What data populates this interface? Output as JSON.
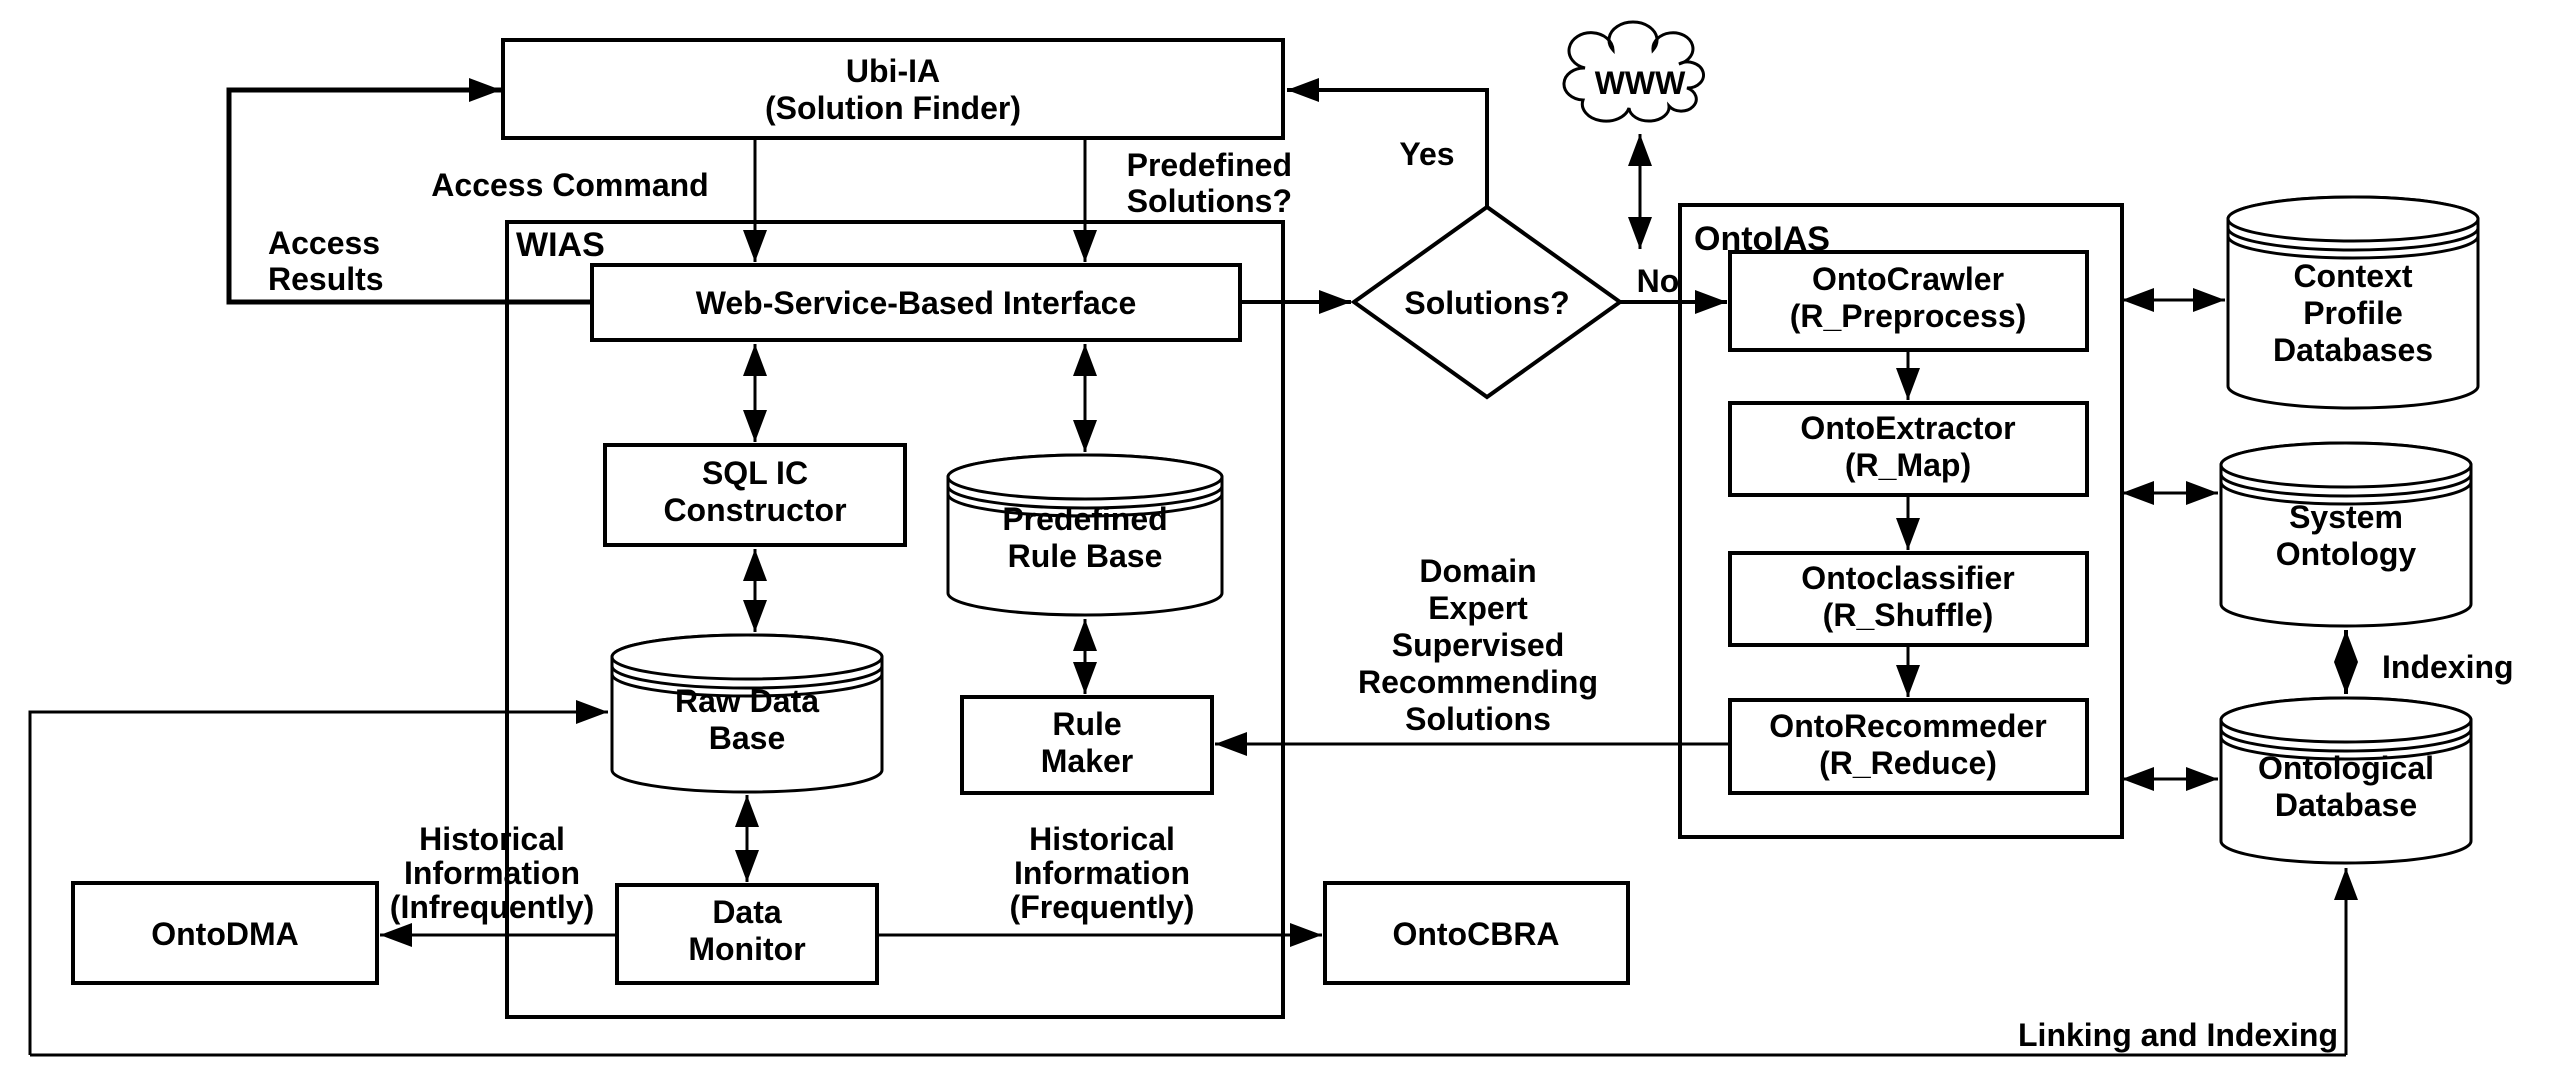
{
  "colors": {
    "line": "#000000",
    "fill": "#ffffff",
    "background": "#ffffff"
  },
  "containers": {
    "wias": {
      "label": "WIAS"
    },
    "ontoias": {
      "label": "OntoIAS"
    }
  },
  "nodes": {
    "ubi_ia": {
      "lines": [
        "Ubi-IA",
        "(Solution Finder)"
      ]
    },
    "wsbi": {
      "lines": [
        "Web-Service-Based Interface"
      ]
    },
    "sql_ic": {
      "lines": [
        "SQL IC",
        "Constructor"
      ]
    },
    "predefined_rule_base": {
      "lines": [
        "Predefined",
        "Rule Base"
      ]
    },
    "raw_data_base": {
      "lines": [
        "Raw Data",
        "Base"
      ]
    },
    "rule_maker": {
      "lines": [
        "Rule",
        "Maker"
      ]
    },
    "data_monitor": {
      "lines": [
        "Data",
        "Monitor"
      ]
    },
    "onto_dma": {
      "lines": [
        "OntoDMA"
      ]
    },
    "onto_cbra": {
      "lines": [
        "OntoCBRA"
      ]
    },
    "solutions_decision": {
      "lines": [
        "Solutions?"
      ]
    },
    "www": {
      "lines": [
        "WWW"
      ]
    },
    "onto_crawler": {
      "lines": [
        "OntoCrawler",
        "(R_Preprocess)"
      ]
    },
    "onto_extractor": {
      "lines": [
        "OntoExtractor",
        "(R_Map)"
      ]
    },
    "onto_classifier": {
      "lines": [
        "Ontoclassifier",
        "(R_Shuffle)"
      ]
    },
    "onto_recommeder": {
      "lines": [
        "OntoRecommeder",
        "(R_Reduce)"
      ]
    },
    "context_profile_databases": {
      "lines": [
        "Context",
        "Profile",
        "Databases"
      ]
    },
    "system_ontology": {
      "lines": [
        "System",
        "Ontology"
      ]
    },
    "ontological_database": {
      "lines": [
        "Ontological",
        "Database"
      ]
    }
  },
  "edge_labels": {
    "access_command": "Access Command",
    "access_results": {
      "lines": [
        "Access",
        "Results"
      ]
    },
    "predefined_solutions": {
      "lines": [
        "Predefined",
        "Solutions?"
      ]
    },
    "yes": "Yes",
    "no": "No",
    "domain_expert": {
      "lines": [
        "Domain",
        "Expert",
        "Supervised",
        "Recommending",
        "Solutions"
      ]
    },
    "historical_infrequently": {
      "lines": [
        "Historical",
        "Information",
        "(Infrequently)"
      ]
    },
    "historical_frequently": {
      "lines": [
        "Historical",
        "Information",
        "(Frequently)"
      ]
    },
    "indexing": "Indexing",
    "linking_and_indexing": "Linking and Indexing"
  }
}
